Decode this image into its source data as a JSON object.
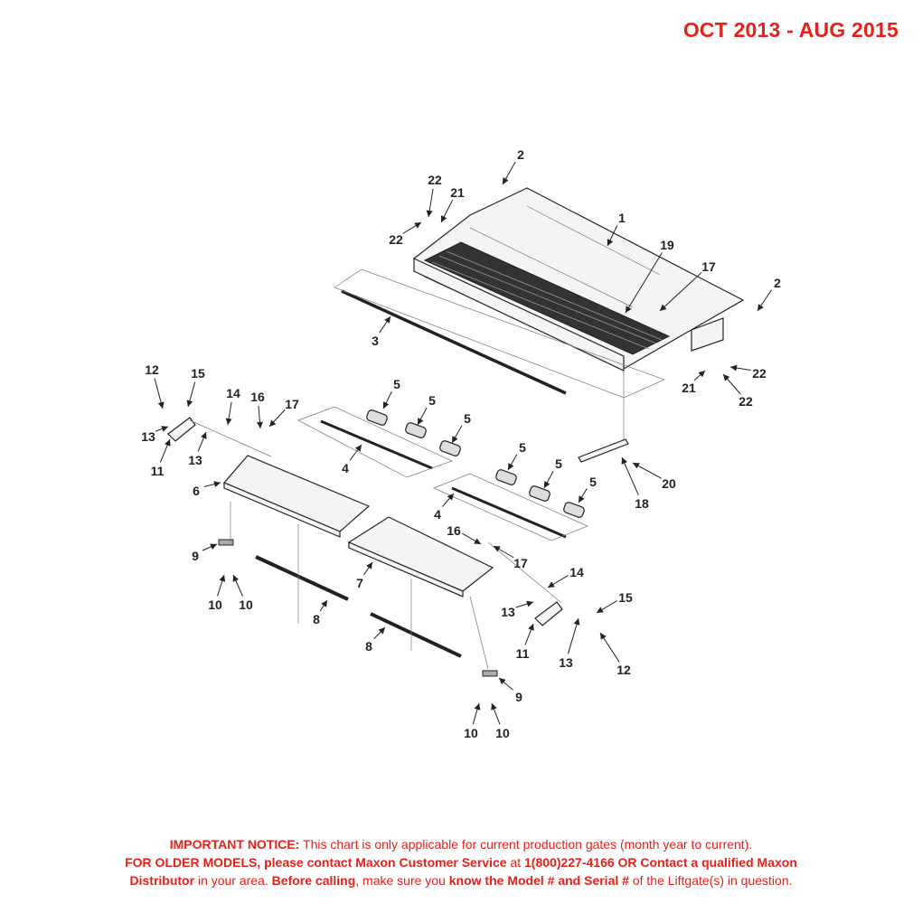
{
  "header": {
    "date_range": "OCT 2013 - AUG 2015"
  },
  "diagram": {
    "callouts": [
      "1",
      "2",
      "2",
      "3",
      "4",
      "4",
      "5",
      "5",
      "5",
      "5",
      "5",
      "5",
      "6",
      "7",
      "8",
      "8",
      "9",
      "9",
      "10",
      "10",
      "10",
      "10",
      "11",
      "11",
      "12",
      "12",
      "13",
      "13",
      "13",
      "13",
      "14",
      "14",
      "15",
      "15",
      "16",
      "16",
      "17",
      "17",
      "17",
      "18",
      "19",
      "20",
      "21",
      "21",
      "22",
      "22",
      "22",
      "22"
    ]
  },
  "notice": {
    "line1_bold": "IMPORTANT NOTICE:",
    "line1_text": " This chart is only applicable for current production gates (month year to current).",
    "line2_bold_a": "FOR OLDER MODELS, please contact Maxon Customer Service",
    "line2_text_a": " at ",
    "line2_bold_b": "1(800)227-4166 OR Contact a qualified Maxon",
    "line3_bold_a": "Distributor",
    "line3_text_a": " in your area. ",
    "line3_bold_b": "Before calling",
    "line3_text_b": ", make sure you ",
    "line3_bold_c": "know the Model # and Serial #",
    "line3_text_c": " of the Liftgate(s) in question."
  }
}
